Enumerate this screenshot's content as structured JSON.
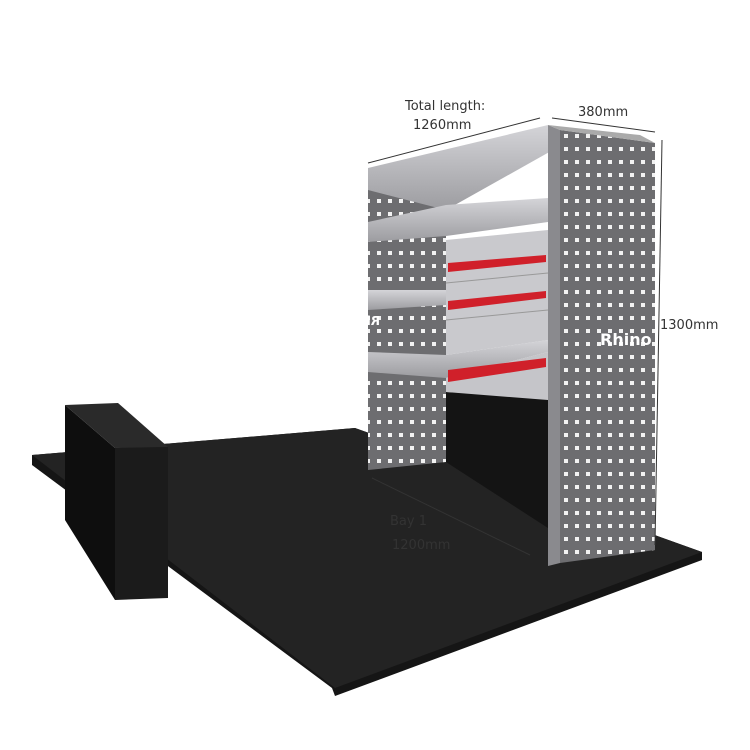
{
  "labels": {
    "total_length_title": "Total length:",
    "total_length_value": "1260mm",
    "depth": "380mm",
    "height": "1300mm",
    "bay_title": "Bay 1",
    "bay_value": "1200mm"
  },
  "logo_text": "Rhino",
  "colors": {
    "floor": "#1e1e1e",
    "panel": "#6f6f72",
    "shelf": "#b9b9bd",
    "handle": "#d0202a"
  }
}
